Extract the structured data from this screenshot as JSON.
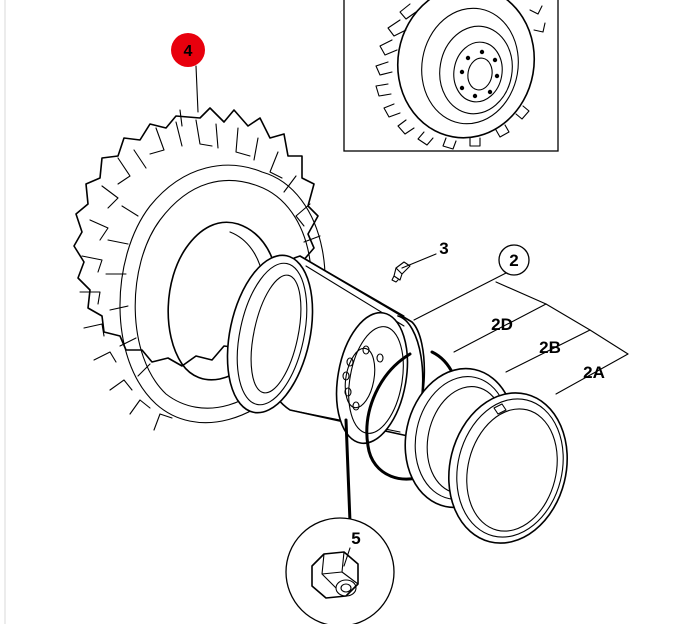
{
  "diagram": {
    "callouts": {
      "tyre": "4",
      "valve": "3",
      "rim_assembly": "2",
      "ring_2d": "2D",
      "ring_2b": "2B",
      "ring_2a": "2A",
      "wheel_nut": "5"
    },
    "colors": {
      "highlight": "#e8000d",
      "line": "#000000",
      "background": "#ffffff"
    }
  }
}
